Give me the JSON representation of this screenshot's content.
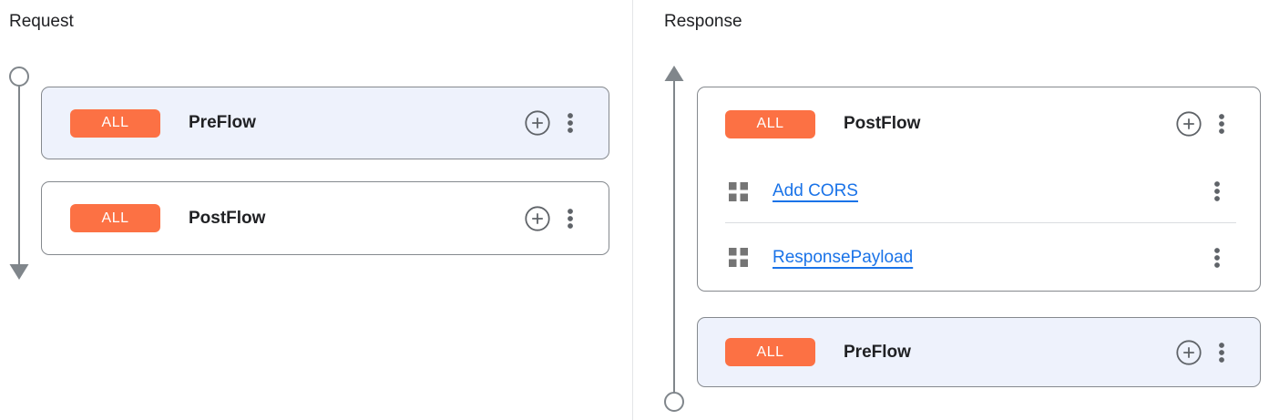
{
  "request": {
    "title": "Request",
    "preflow": {
      "badge": "ALL",
      "label": "PreFlow"
    },
    "postflow": {
      "badge": "ALL",
      "label": "PostFlow"
    }
  },
  "response": {
    "title": "Response",
    "postflow": {
      "badge": "ALL",
      "label": "PostFlow",
      "policies": [
        {
          "name": "Add CORS"
        },
        {
          "name": "ResponsePayload"
        }
      ]
    },
    "preflow": {
      "badge": "ALL",
      "label": "PreFlow"
    }
  },
  "icons": {
    "add_policy": "add-circle-icon",
    "more_menu": "more-vert-icon",
    "policy_step": "policy-grid-icon",
    "request_flow_direction": "arrow-down",
    "response_flow_direction": "arrow-up"
  },
  "colors": {
    "badge_bg": "#FC7144",
    "badge_text": "#FFFFFF",
    "highlight_bg": "#EEF2FC",
    "card_border": "#85898E",
    "timeline_gray": "#80868B",
    "icon_gray": "#5F6368",
    "link_blue": "#1A73E8",
    "row_divider": "#DADCE0",
    "panel_divider": "#E4E5E7",
    "text": "#202124"
  }
}
